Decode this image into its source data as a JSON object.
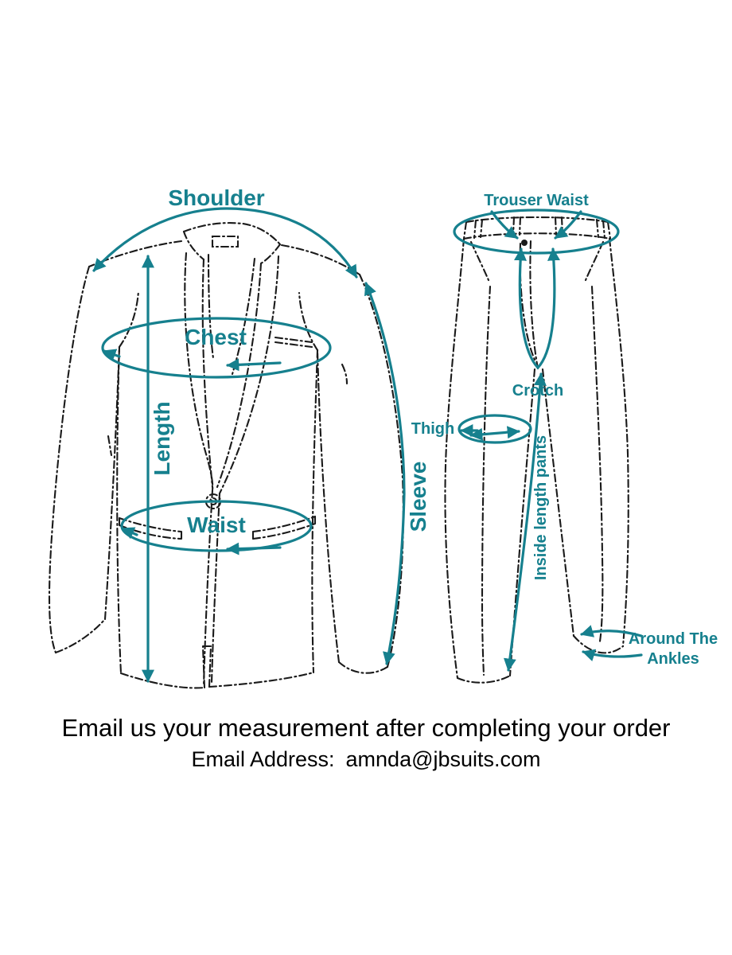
{
  "colors": {
    "accent": "#16808E",
    "ink": "#1a1a1a"
  },
  "jacket_labels": {
    "shoulder": "Shoulder",
    "chest": "Chest",
    "length": "Length",
    "waist": "Waist",
    "sleeve": "Sleeve"
  },
  "trouser_labels": {
    "trouser_waist": "Trouser Waist",
    "crotch": "Crotch",
    "thigh": "Thigh",
    "inside_length": "Inside length pants",
    "around_ankles_line1": "Around The",
    "around_ankles_line2": "Ankles"
  },
  "footer": {
    "instruction": "Email us your measurement after completing your order",
    "email_label": "Email Address:",
    "email_address": "amnda@jbsuits.com"
  }
}
